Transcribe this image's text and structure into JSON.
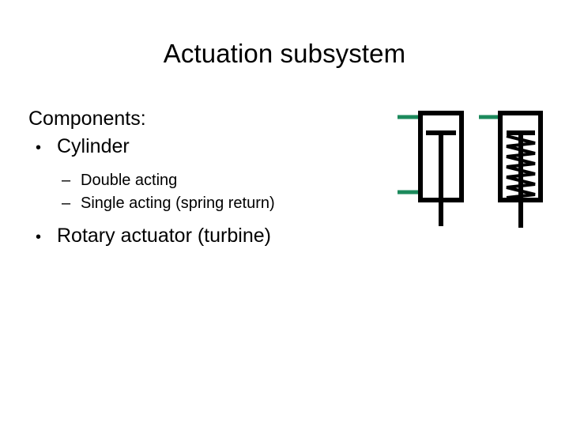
{
  "slide": {
    "title": "Actuation subsystem",
    "background_color": "#ffffff",
    "text_color": "#000000"
  },
  "content": {
    "heading": "Components:",
    "bullets": [
      {
        "marker": "•",
        "label": "Cylinder",
        "level": 1,
        "sub_bullets": [
          {
            "marker": "–",
            "label": "Double acting",
            "level": 2
          },
          {
            "marker": "–",
            "label": "Single acting (spring return)",
            "level": 2
          }
        ]
      },
      {
        "marker": "•",
        "label": "Rotary actuator (turbine)",
        "level": 1,
        "sub_bullets": []
      }
    ]
  },
  "diagram": {
    "name": "pneumatic-cylinder-symbols",
    "stroke_color": "#000000",
    "port_color": "#1c8a5c",
    "symbols": [
      {
        "name": "double-acting-cylinder-symbol",
        "ports": 2,
        "spring": false,
        "rod": true
      },
      {
        "name": "single-acting-spring-return-cylinder-symbol",
        "ports": 1,
        "spring": true,
        "spring_coils": 7,
        "rod": true
      }
    ]
  }
}
